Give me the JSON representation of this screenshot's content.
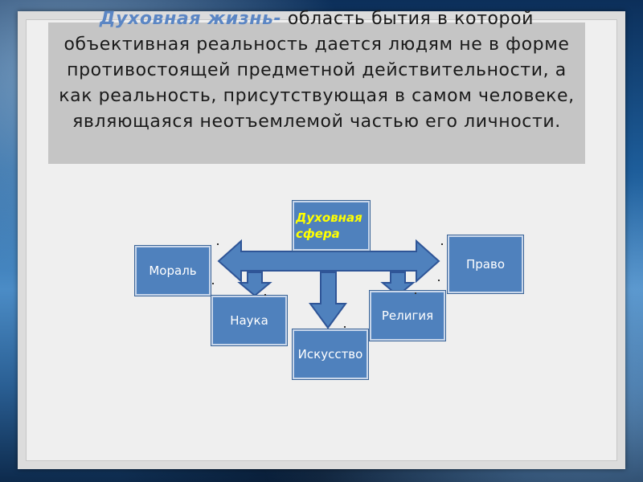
{
  "definition": {
    "term": "Духовная жизнь-",
    "text": " область бытия в которой объективная реальность дается людям не в форме противостоящей предметной действительности, а как реальность, присутствующая в самом человеке, являющаяся неотъемлемой частью его личности."
  },
  "diagram": {
    "center": "Духовная сфера",
    "nodes": {
      "morality": "Мораль",
      "law": "Право",
      "science": "Наука",
      "religion": "Религия",
      "art": "Искусство"
    }
  },
  "colors": {
    "box_fill": "#4f81bd",
    "arrow_fill": "#4f81bd",
    "center_text": "#ffff00",
    "term_text": "#5b86c4"
  }
}
